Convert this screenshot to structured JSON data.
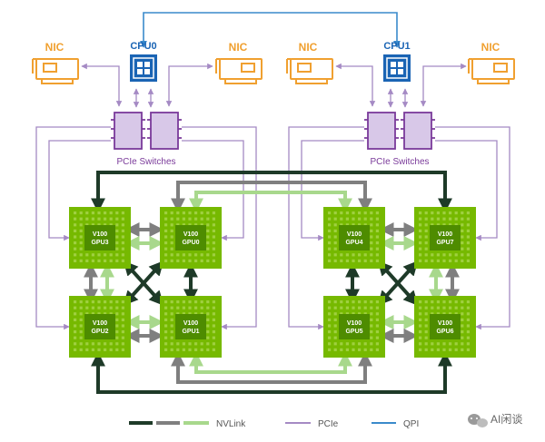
{
  "cpus": [
    {
      "id": "cpu0",
      "label": "CPU0"
    },
    {
      "id": "cpu1",
      "label": "CPU1"
    }
  ],
  "nics": [
    "NIC",
    "NIC",
    "NIC",
    "NIC"
  ],
  "pcie_switches_label": "PCIe Switches",
  "gpus": [
    {
      "id": "gpu3",
      "model": "V100",
      "name": "GPU3"
    },
    {
      "id": "gpu0",
      "model": "V100",
      "name": "GPU0"
    },
    {
      "id": "gpu2",
      "model": "V100",
      "name": "GPU2"
    },
    {
      "id": "gpu1",
      "model": "V100",
      "name": "GPU1"
    },
    {
      "id": "gpu4",
      "model": "V100",
      "name": "GPU4"
    },
    {
      "id": "gpu7",
      "model": "V100",
      "name": "GPU7"
    },
    {
      "id": "gpu5",
      "model": "V100",
      "name": "GPU5"
    },
    {
      "id": "gpu6",
      "model": "V100",
      "name": "GPU6"
    }
  ],
  "legend": {
    "nvlink": "NVLink",
    "pcie": "PCIe",
    "qpi": "QPI"
  },
  "watermark": "AI闲谈",
  "colors": {
    "nvlink_dark": "#1e3a28",
    "nvlink_gray": "#7f7f7f",
    "nvlink_light": "#a8d88c",
    "pcie": "#a58ac4",
    "qpi": "#3a8acb",
    "cpu": "#1a64b4",
    "nic": "#f0a030",
    "gpu": "#76b900",
    "switch_fill": "#d8c8e8",
    "switch_stroke": "#7a3a9a"
  }
}
